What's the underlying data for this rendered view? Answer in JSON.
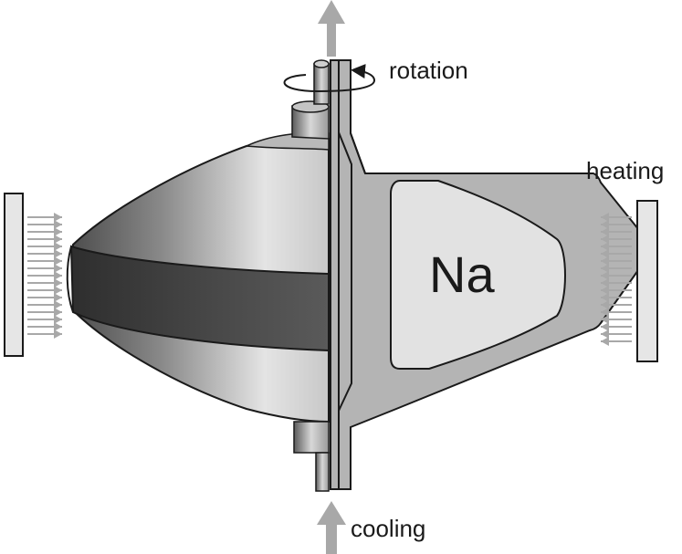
{
  "labels": {
    "rotation": "rotation",
    "heating": "heating",
    "sodium": "Na",
    "cooling": "cooling"
  },
  "colors": {
    "outline": "#1a1a1a",
    "arrow": "#a8a8a8",
    "band": "#4a4a4a",
    "section": "#b4b4b4",
    "sodium_fill": "#e2e2e2",
    "heater": "#e6e6e6"
  }
}
